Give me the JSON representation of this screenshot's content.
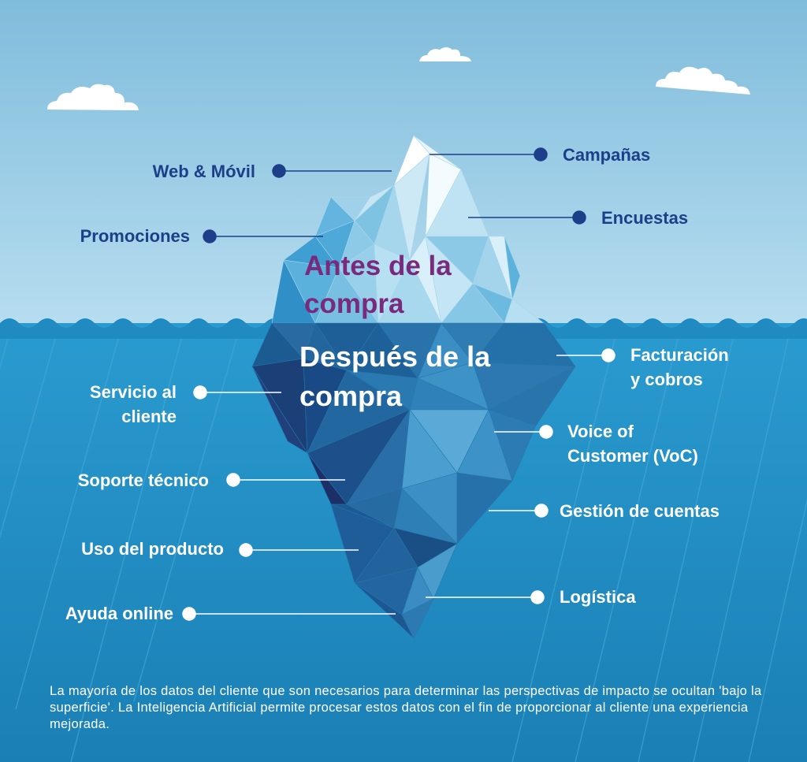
{
  "zones": {
    "above": "Antes de la\ncompra",
    "below": "Después de la\ncompra"
  },
  "labels_above": {
    "campanas": "Campañas",
    "web_movil": "Web & Móvil",
    "encuestas": "Encuestas",
    "promociones": "Promociones"
  },
  "labels_below": {
    "facturacion": "Facturación\ny cobros",
    "servicio": "Servicio al\ncliente",
    "voc": "Voice of\nCustomer (VoC)",
    "soporte": "Soporte técnico",
    "gestion": "Gestión de cuentas",
    "uso": "Uso del producto",
    "logistica": "Logística",
    "ayuda": "Ayuda online"
  },
  "caption": "La mayoría de los datos del cliente que son necesarios para determinar las perspectivas de impacto se ocultan 'bajo la superficie'. La Inteligencia Artificial permite procesar estos datos con el fin de proporcionar al cliente una experiencia mejorada.",
  "colors": {
    "sky_top": "#82bedc",
    "sky_bottom": "#b6ddef",
    "sea": "#1f8bc0",
    "label_above": "#1d3f8a",
    "zone_above": "#7a2a7c",
    "label_below": "#ffffff"
  }
}
